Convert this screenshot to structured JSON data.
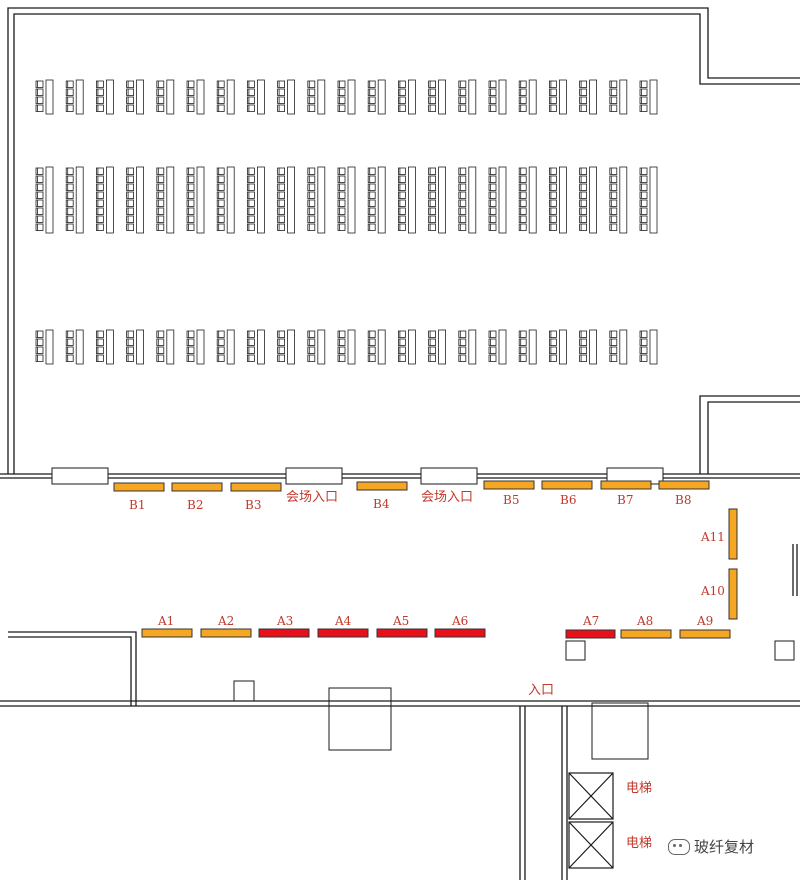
{
  "booths": {
    "B1": {
      "label": "B1",
      "status": "available",
      "color": "#f5a623"
    },
    "B2": {
      "label": "B2",
      "status": "available",
      "color": "#f5a623"
    },
    "B3": {
      "label": "B3",
      "status": "available",
      "color": "#f5a623"
    },
    "B4": {
      "label": "B4",
      "status": "available",
      "color": "#f5a623"
    },
    "B5": {
      "label": "B5",
      "status": "available",
      "color": "#f5a623"
    },
    "B6": {
      "label": "B6",
      "status": "available",
      "color": "#f5a623"
    },
    "B7": {
      "label": "B7",
      "status": "available",
      "color": "#f5a623"
    },
    "B8": {
      "label": "B8",
      "status": "available",
      "color": "#f5a623"
    },
    "A1": {
      "label": "A1",
      "status": "available",
      "color": "#f5a623"
    },
    "A2": {
      "label": "A2",
      "status": "available",
      "color": "#f5a623"
    },
    "A3": {
      "label": "A3",
      "status": "sold",
      "color": "#e8111b"
    },
    "A4": {
      "label": "A4",
      "status": "sold",
      "color": "#e8111b"
    },
    "A5": {
      "label": "A5",
      "status": "sold",
      "color": "#e8111b"
    },
    "A6": {
      "label": "A6",
      "status": "sold",
      "color": "#e8111b"
    },
    "A7": {
      "label": "A7",
      "status": "sold",
      "color": "#e8111b"
    },
    "A8": {
      "label": "A8",
      "status": "available",
      "color": "#f5a623"
    },
    "A9": {
      "label": "A9",
      "status": "available",
      "color": "#f5a623"
    },
    "A10": {
      "label": "A10",
      "status": "available",
      "color": "#f5a623"
    },
    "A11": {
      "label": "A11",
      "status": "available",
      "color": "#f5a623"
    }
  },
  "labels": {
    "venue_entrance": "会场入口",
    "entrance": "入口",
    "elevator": "电梯"
  },
  "seating": {
    "columns": 21,
    "block_rows": [
      4,
      8,
      4
    ]
  },
  "watermark": {
    "text": "玻纤复材",
    "icon": "wechat-icon"
  },
  "colors": {
    "available": "#f5a623",
    "sold": "#e8111b",
    "wall": "#1a1a1a",
    "label": "#c0392b"
  }
}
